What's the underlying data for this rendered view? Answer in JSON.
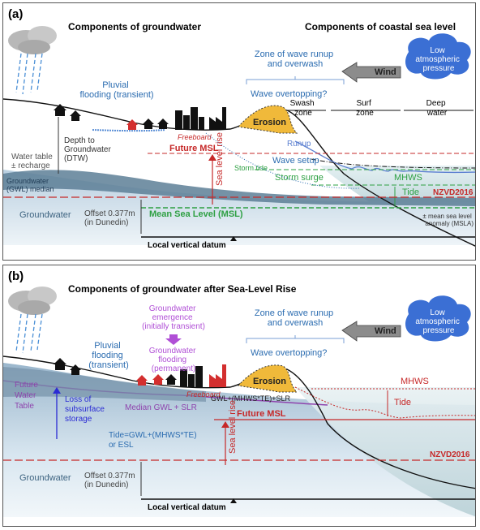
{
  "colors": {
    "groundwater_dark": "#4a6f8a",
    "groundwater_light": "#c9dbe8",
    "sea": "#cfe1e6",
    "red": "#c62828",
    "green": "#2ea043",
    "blue_text": "#2b6cb0",
    "purple": "#8e44ad",
    "erosion": "#f0b93a"
  },
  "panel_a": {
    "letter": "(a)",
    "title_left": "Components of groundwater",
    "title_right": "Components of coastal sea level",
    "pluvial": [
      "Pluvial",
      "flooding (transient)"
    ],
    "wave_zone": [
      "Zone of wave runup",
      "and overwash"
    ],
    "wind": "Wind",
    "pressure": [
      "Low",
      "atmospheric",
      "pressure"
    ],
    "overtopping": "Wave overtopping?",
    "swash": [
      "Swash",
      "zone"
    ],
    "surf": [
      "Surf",
      "zone"
    ],
    "deep": [
      "Deep",
      "water"
    ],
    "erosion": "Erosion",
    "freeboard": "Freeboard",
    "runup": "Runup",
    "water_table": [
      "Water table",
      "± recharge"
    ],
    "dtw": [
      "Depth to",
      "Groundwater",
      "(DTW)"
    ],
    "future_msl": "Future MSL",
    "slr": "Sea level rise",
    "wave_setup": "Wave setup",
    "storm_tide": "Storm tide",
    "storm_surge": "Storm surge",
    "mhws": "MHWS",
    "tide": "Tide",
    "nzvd": "NZVD2016",
    "gwl_median": [
      "Groundwater",
      "(GWL) median"
    ],
    "groundwater": "Groundwater",
    "offset": [
      "Offset 0.377m",
      "(in Dunedin)"
    ],
    "msl": "Mean Sea Level (MSL)",
    "msla": [
      "± mean sea level",
      "anomaly (MSLA)"
    ],
    "datum": "Local vertical datum"
  },
  "panel_b": {
    "letter": "(b)",
    "title": "Components of groundwater after Sea-Level Rise",
    "emergence": [
      "Groundwater",
      "emergence",
      "(initially transient)"
    ],
    "gw_flooding": [
      "Groundwater",
      "flooding",
      "(permanent)"
    ],
    "pluvial": [
      "Pluvial",
      "flooding",
      "(transient)"
    ],
    "wave_zone": [
      "Zone of wave runup",
      "and overwash"
    ],
    "wind": "Wind",
    "pressure": [
      "Low",
      "atmospheric",
      "pressure"
    ],
    "overtopping": "Wave overtopping?",
    "erosion": "Erosion",
    "freeboard": "Freeboard",
    "gwl_mhws": "GWL+(MHWS*TE)+SLR",
    "future_wt": [
      "Future",
      "Water",
      "Table"
    ],
    "loss": [
      "Loss of",
      "subsurface",
      "storage"
    ],
    "median_gwl": "Median GWL + SLR",
    "future_msl": "Future MSL",
    "mhws": "MHWS",
    "tide": "Tide",
    "tide_eq": [
      "Tide=GWL+(MHWS*TE)",
      "or ESL"
    ],
    "slr": "Sea level rise",
    "nzvd": "NZVD2016",
    "groundwater": "Groundwater",
    "offset": [
      "Offset 0.377m",
      "(in Dunedin)"
    ],
    "datum": "Local vertical datum"
  }
}
